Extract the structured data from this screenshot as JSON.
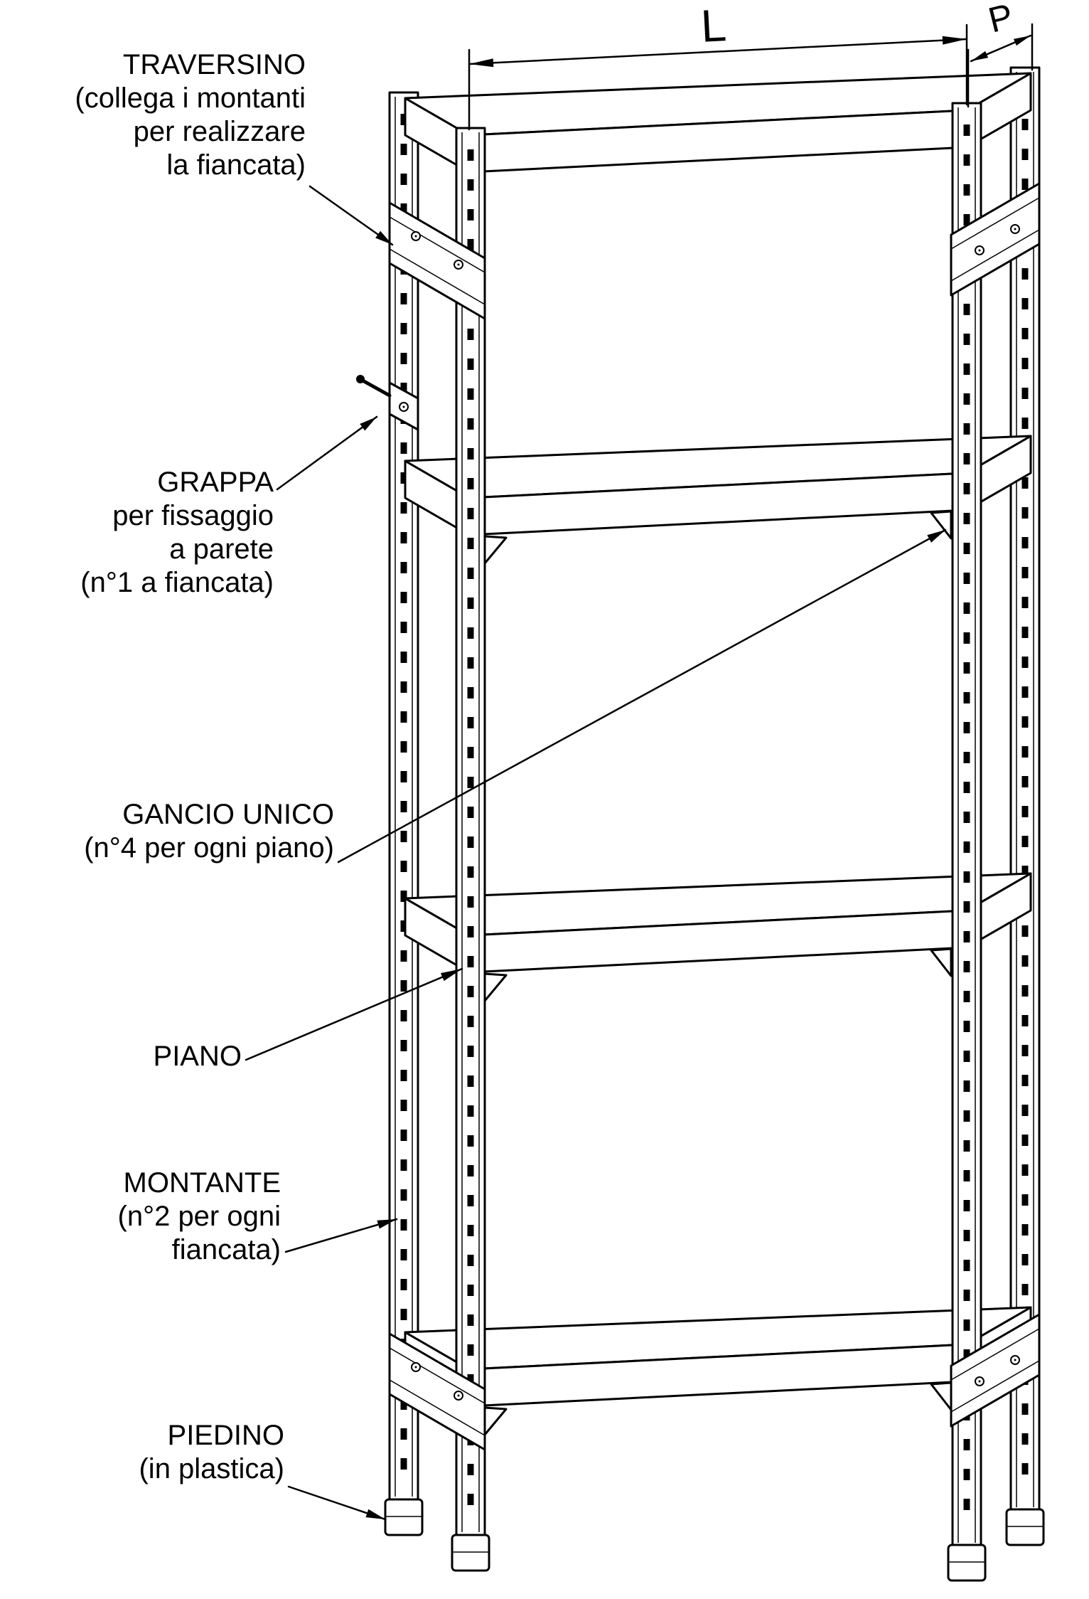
{
  "diagram": {
    "callouts": {
      "traversino": {
        "lines": [
          "TRAVERSINO",
          "(collega i montanti",
          "per realizzare",
          "la fiancata)"
        ]
      },
      "grappa": {
        "lines": [
          "GRAPPA",
          "per fissaggio",
          "a parete",
          "(n°1 a fiancata)"
        ]
      },
      "gancio": {
        "lines": [
          "GANCIO UNICO",
          "(n°4 per ogni piano)"
        ]
      },
      "piano": {
        "lines": [
          "PIANO"
        ]
      },
      "montante": {
        "lines": [
          "MONTANTE",
          "(n°2 per ogni",
          "fiancata)"
        ]
      },
      "piedino": {
        "lines": [
          "PIEDINO",
          "(in plastica)"
        ]
      }
    },
    "dimensions": {
      "length": "L",
      "depth": "P"
    },
    "colors": {
      "line": "#000000",
      "background": "#ffffff"
    }
  }
}
